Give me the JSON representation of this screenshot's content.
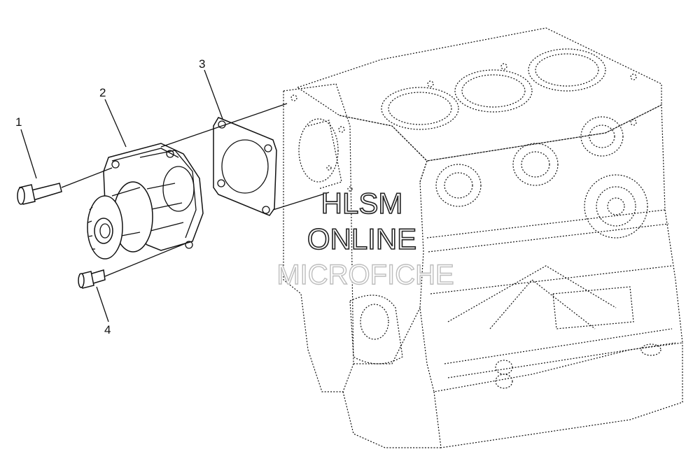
{
  "callouts": [
    {
      "id": 1,
      "label": "1"
    },
    {
      "id": 2,
      "label": "2"
    },
    {
      "id": 3,
      "label": "3"
    },
    {
      "id": 4,
      "label": "4"
    }
  ],
  "watermark": {
    "line1": "HLSM",
    "line2": "ONLINE",
    "line3": "MICROFICHE"
  }
}
